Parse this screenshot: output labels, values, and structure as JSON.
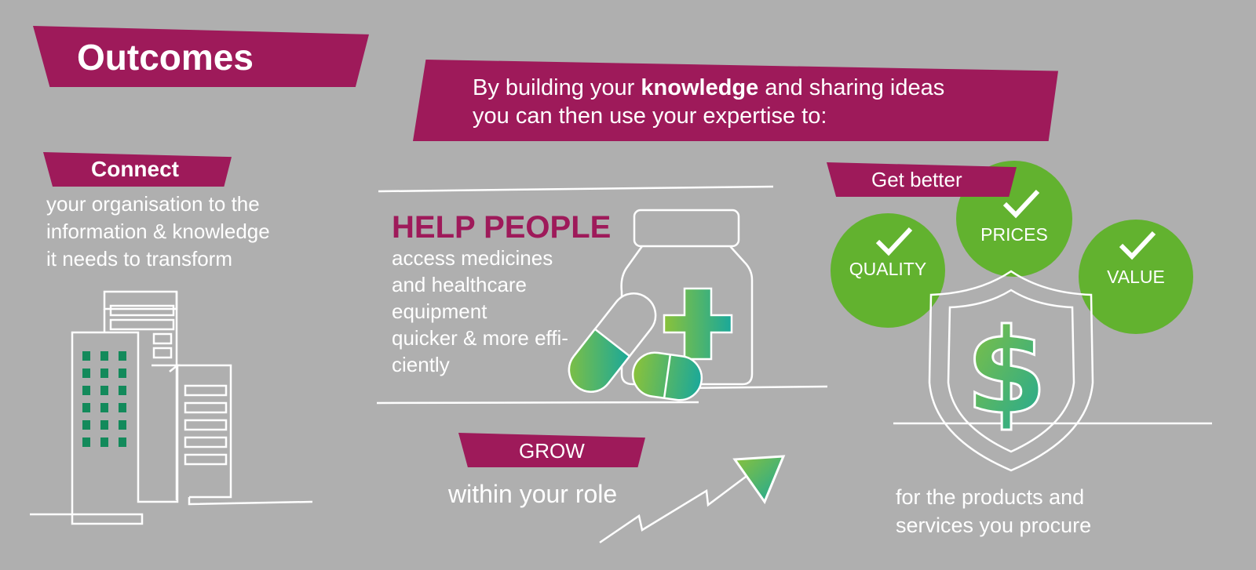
{
  "title": "Outcomes",
  "intro": {
    "line1_a": "By building your ",
    "line1_bold": "knowledge",
    "line1_b": " and sharing ideas",
    "line2": "you can then use your expertise to:"
  },
  "connect": {
    "heading": "Connect",
    "lines": [
      "your organisation to the",
      "information & knowledge",
      "it needs to transform"
    ]
  },
  "help": {
    "heading": "HELP PEOPLE",
    "lines": [
      "access medicines",
      "and healthcare",
      "equipment",
      "quicker & more effi-",
      "ciently"
    ]
  },
  "grow": {
    "heading": "GROW",
    "text": "within your role"
  },
  "better": {
    "heading": "Get better",
    "circles": [
      "QUALITY",
      "PRICES",
      "VALUE"
    ],
    "lines": [
      "for the products and",
      "services you procure"
    ]
  },
  "colors": {
    "background": "#afafaf",
    "banner": "#9e1a5a",
    "accent_green": "#62b22f",
    "dark_green": "#138a5b",
    "teal": "#1aa89a"
  },
  "icons": [
    "buildings-icon",
    "medicine-bottle-icon",
    "capsule-icon",
    "growth-arrow-icon",
    "shield-dollar-icon",
    "checkmark-icon"
  ]
}
